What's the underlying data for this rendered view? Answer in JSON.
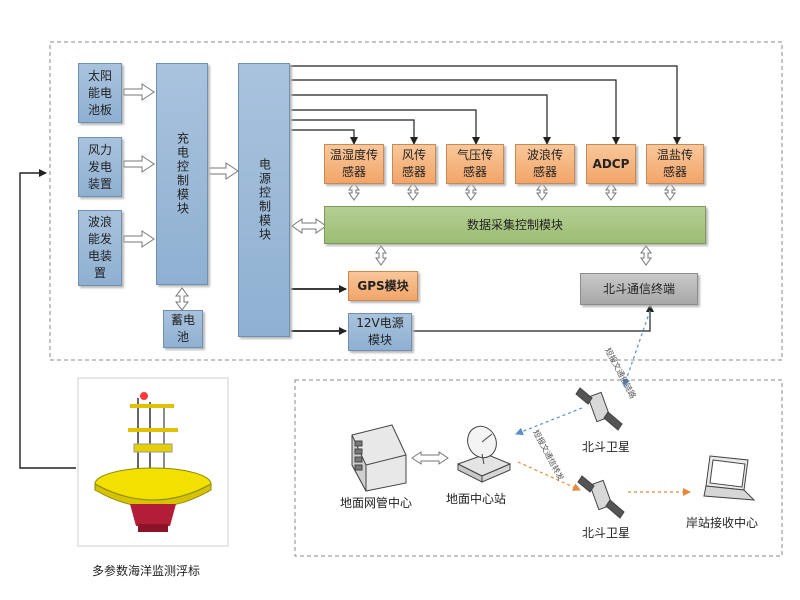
{
  "power_sources": {
    "solar": "太阳能电池板",
    "wind": "风力发电装置",
    "wave": "波浪能发电装置"
  },
  "charge_module": "充电控制模块",
  "battery": "蓄电池",
  "power_module": "电源控制模块",
  "sensors": [
    "温湿度传感器",
    "风传感器",
    "气压传感器",
    "波浪传感器",
    "ADCP",
    "温盐传感器"
  ],
  "data_module": "数据采集控制模块",
  "gps_module": "GPS模块",
  "power_12v": "12V电源模块",
  "beidou_terminal": "北斗通信终端",
  "ground": {
    "network_center": "地面网管中心",
    "center_station": "地面中心站",
    "satellite_1": "北斗卫星",
    "satellite_2": "北斗卫星",
    "shore_station": "岸站接收中心"
  },
  "link_labels": {
    "short_message_1": "短报文通信链路",
    "short_message_2": "短报文通信转发"
  },
  "buoy_caption": "多参数海洋监测浮标",
  "colors": {
    "blue_box": "#9bb9d8",
    "orange_box": "#f4b07a",
    "green_box": "#a6c47f",
    "grey_box": "#b5b5b5",
    "blue_link": "#5b8fd0",
    "orange_link": "#e58a3c"
  },
  "icons": {
    "network_center": "server-rack-icon",
    "center_station": "satellite-dish-icon",
    "satellite": "satellite-icon",
    "shore_station": "laptop-icon"
  }
}
